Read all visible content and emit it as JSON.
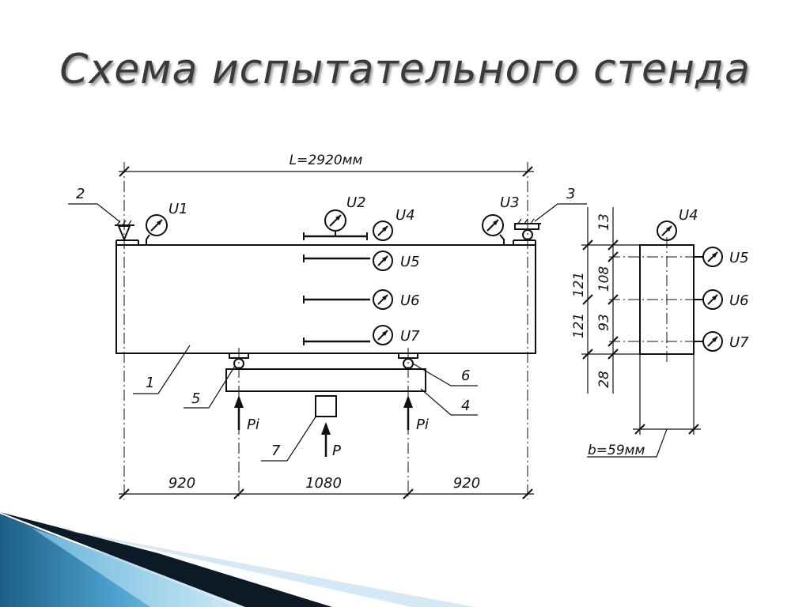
{
  "slide": {
    "title": "Схема испытательного стенда"
  },
  "dimensions": {
    "length": "L=2920мм",
    "span_left": "920",
    "span_mid": "1080",
    "span_right": "920",
    "width": "b=59мм",
    "h_121_top": "121",
    "h_121_bottom": "121",
    "h_13": "13",
    "h_108": "108",
    "h_93": "93",
    "h_28": "28"
  },
  "gauges": {
    "u1": "U1",
    "u2": "U2",
    "u3": "U3",
    "u4": "U4",
    "u5": "U5",
    "u6": "U6",
    "u7": "U7",
    "section_u4": "U4",
    "section_u5": "U5",
    "section_u6": "U6",
    "section_u7": "U7"
  },
  "callouts": {
    "c1": "1",
    "c2": "2",
    "c3": "3",
    "c4": "4",
    "c5": "5",
    "c6": "6",
    "c7": "7"
  },
  "loads": {
    "pi_left": "Pi",
    "pi_right": "Pi",
    "p": "P"
  }
}
